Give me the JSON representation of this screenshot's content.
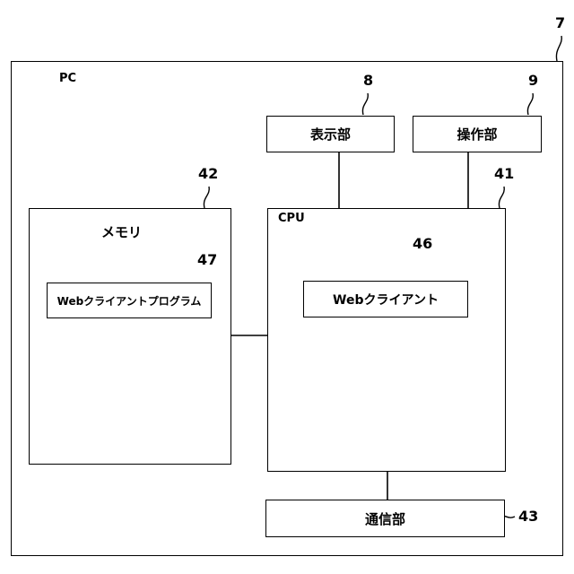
{
  "figure_number": "7",
  "pc": {
    "label": "PC"
  },
  "display_unit": {
    "label": "表示部",
    "ref": "8"
  },
  "operation_unit": {
    "label": "操作部",
    "ref": "9"
  },
  "memory": {
    "label": "メモリ",
    "ref": "42"
  },
  "web_client_program": {
    "label": "Webクライアントプログラム",
    "ref": "47"
  },
  "cpu": {
    "label": "CPU",
    "ref": "41"
  },
  "web_client": {
    "label": "Webクライアント",
    "ref": "46"
  },
  "communication_unit": {
    "label": "通信部",
    "ref": "43"
  }
}
